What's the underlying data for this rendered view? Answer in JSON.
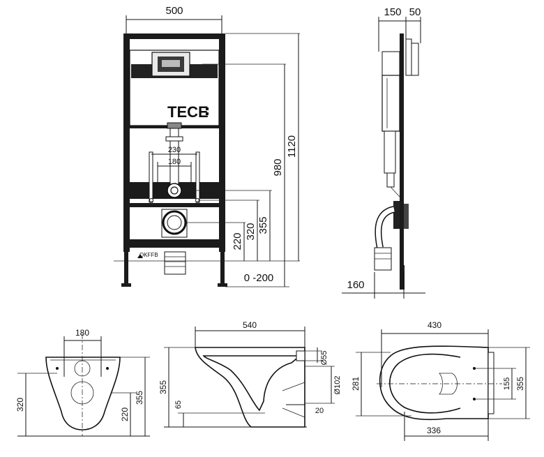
{
  "brand": {
    "logo_text": "TECE"
  },
  "front_view": {
    "width_dim": "500",
    "height_dims": {
      "overall": "1120",
      "cistern": "980",
      "flush_pipe": "355",
      "fixing": "320",
      "waste": "220",
      "adjust": "0 -200"
    },
    "spacing_dims": {
      "outer": "230",
      "inner": "180"
    },
    "floor_label": "OKFFB"
  },
  "side_view": {
    "top_dims": {
      "depth": "150",
      "plate": "50"
    },
    "bottom_dim": "160"
  },
  "toilet_front": {
    "width_dim": "180",
    "heights": {
      "overall": "320",
      "fixing": "220",
      "total": "355"
    }
  },
  "toilet_side": {
    "length_dim": "540",
    "height_dim": "355",
    "base_dim": "65",
    "inlet_dim": "Ø55",
    "outlet_dim": "Ø102",
    "outlet_offset": "20"
  },
  "toilet_top": {
    "width_dim": "430",
    "bottom_dim": "336",
    "depth_dim": "281",
    "fix_dim": "155",
    "total_dim": "355"
  },
  "colors": {
    "ink": "#111111",
    "frame": "#1b1b1b",
    "paper": "#ffffff"
  }
}
